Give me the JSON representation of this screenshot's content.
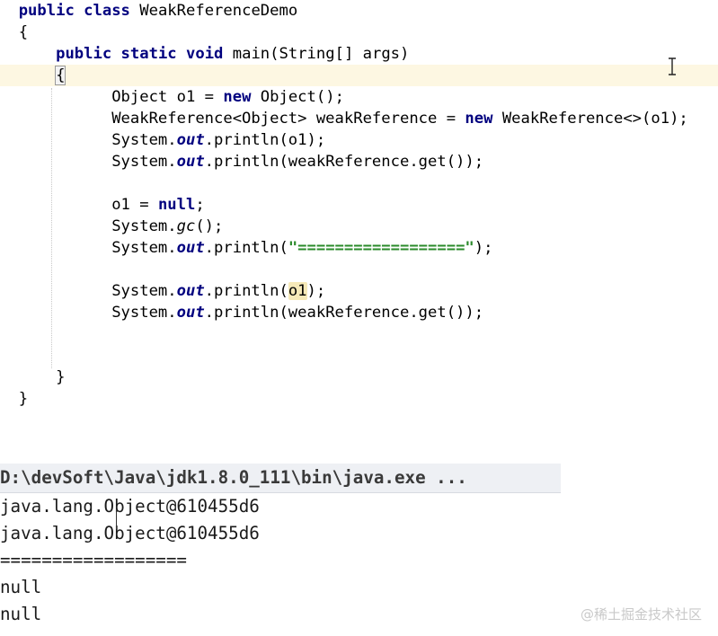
{
  "editor": {
    "lines": {
      "l1": {
        "kw1": "public",
        "kw2": "class",
        "name": "WeakReferenceDemo"
      },
      "l2": {
        "brace": "{"
      },
      "l3": {
        "kw1": "public",
        "kw2": "static",
        "kw3": "void",
        "sig": "main(String[] args)"
      },
      "l4": {
        "brace": "{"
      },
      "l5": {
        "pre": "Object o1 = ",
        "kw": "new",
        "post": "Object();"
      },
      "l6": {
        "pre": "WeakReference<Object> weakReference = ",
        "kw": "new",
        "post": "WeakReference<>(o1);"
      },
      "l7": {
        "pre": "System.",
        "fld": "out",
        "post": ".println(o1);"
      },
      "l8": {
        "pre": "System.",
        "fld": "out",
        "post": ".println(weakReference.get());"
      },
      "l10": {
        "pre": "o1 = ",
        "kw": "null",
        "post": ";"
      },
      "l11": {
        "pre": "System.",
        "meth": "gc",
        "post": "();"
      },
      "l12": {
        "pre": "System.",
        "fld": "out",
        "mid": ".println(",
        "str": "\"==================\"",
        "post": ");"
      },
      "l14": {
        "pre": "System.",
        "fld": "out",
        "mid": ".println(",
        "var": "o1",
        "post": ");"
      },
      "l15": {
        "pre": "System.",
        "fld": "out",
        "post": ".println(weakReference.get());"
      },
      "l18": {
        "brace": "}"
      },
      "l19": {
        "brace": "}"
      }
    }
  },
  "console": {
    "header": "D:\\devSoft\\Java\\jdk1.8.0_111\\bin\\java.exe ...",
    "output": [
      "java.lang.Object@610455d6",
      "java.lang.Object@610455d6",
      "==================",
      "null",
      "null"
    ]
  },
  "watermark": "@稀土掘金技术社区",
  "colors": {
    "keyword": "#00007f",
    "string": "#2a8a2a",
    "current_line": "#fdf7e2",
    "console_header_bg": "#eef0f4",
    "selection": "#f6e9b8"
  },
  "icons": [
    "text-cursor-icon"
  ]
}
